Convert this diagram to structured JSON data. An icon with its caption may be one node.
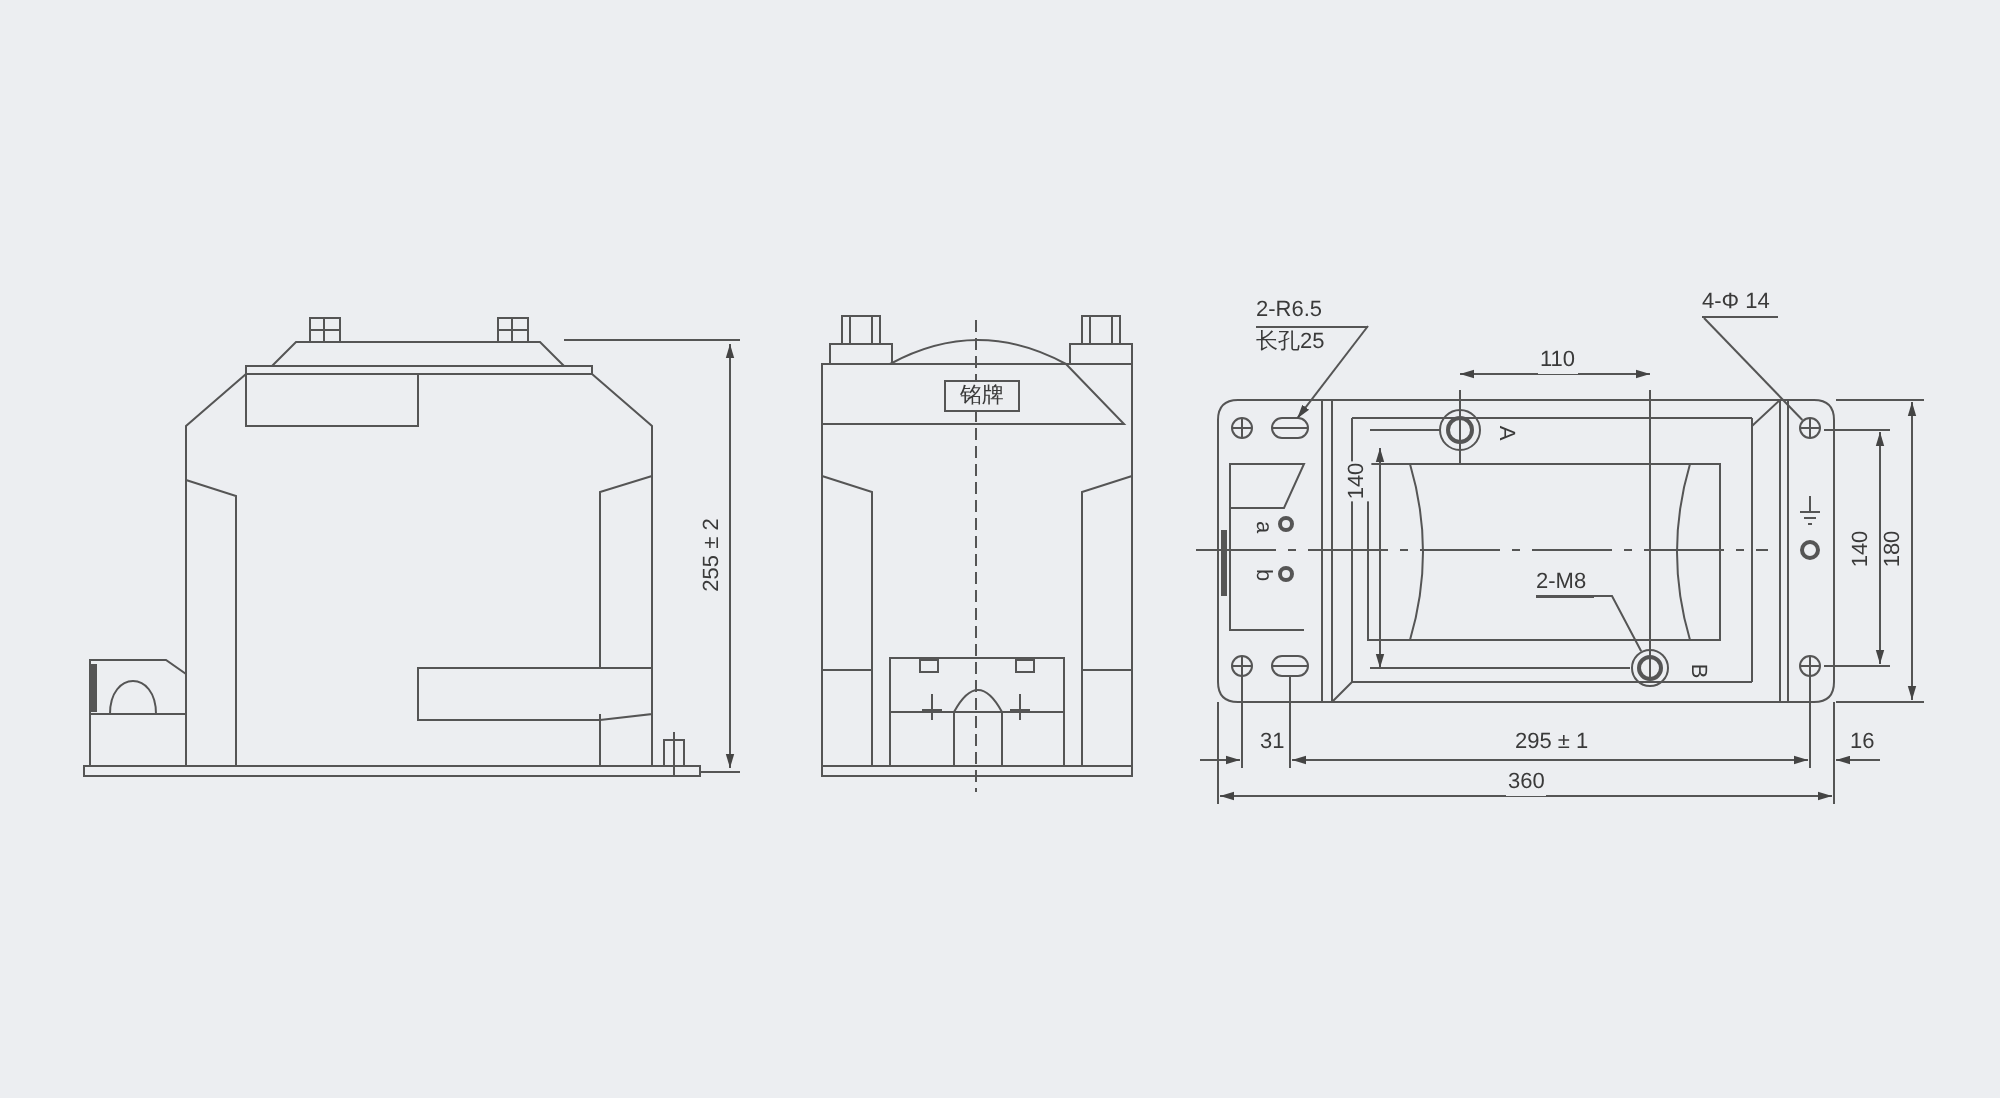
{
  "diagram": {
    "nodes": [
      {
        "text": [
          "铭牌"
        ]
      },
      {
        "text": [
          "2-R6.5",
          "长孔25"
        ]
      },
      {
        "text": [],
        "shape": "slot"
      },
      {
        "text": [
          "4-Φ 14"
        ]
      },
      {
        "text": [],
        "shape": "circle"
      },
      {
        "text": [
          "2-M8"
        ]
      },
      {
        "text": [],
        "shape": "circle"
      }
    ],
    "edges": [
      {
        "from": 1,
        "to": 2,
        "arrow": "to"
      },
      {
        "from": 3,
        "to": 4,
        "arrow": "none"
      },
      {
        "from": 5,
        "to": 6,
        "arrow": "none"
      }
    ],
    "labels": [
      "255 ± 2",
      "110",
      "A",
      "140",
      "a",
      "b",
      "140",
      "180",
      "B",
      "31",
      "295 ± 1",
      "16",
      "360"
    ]
  }
}
